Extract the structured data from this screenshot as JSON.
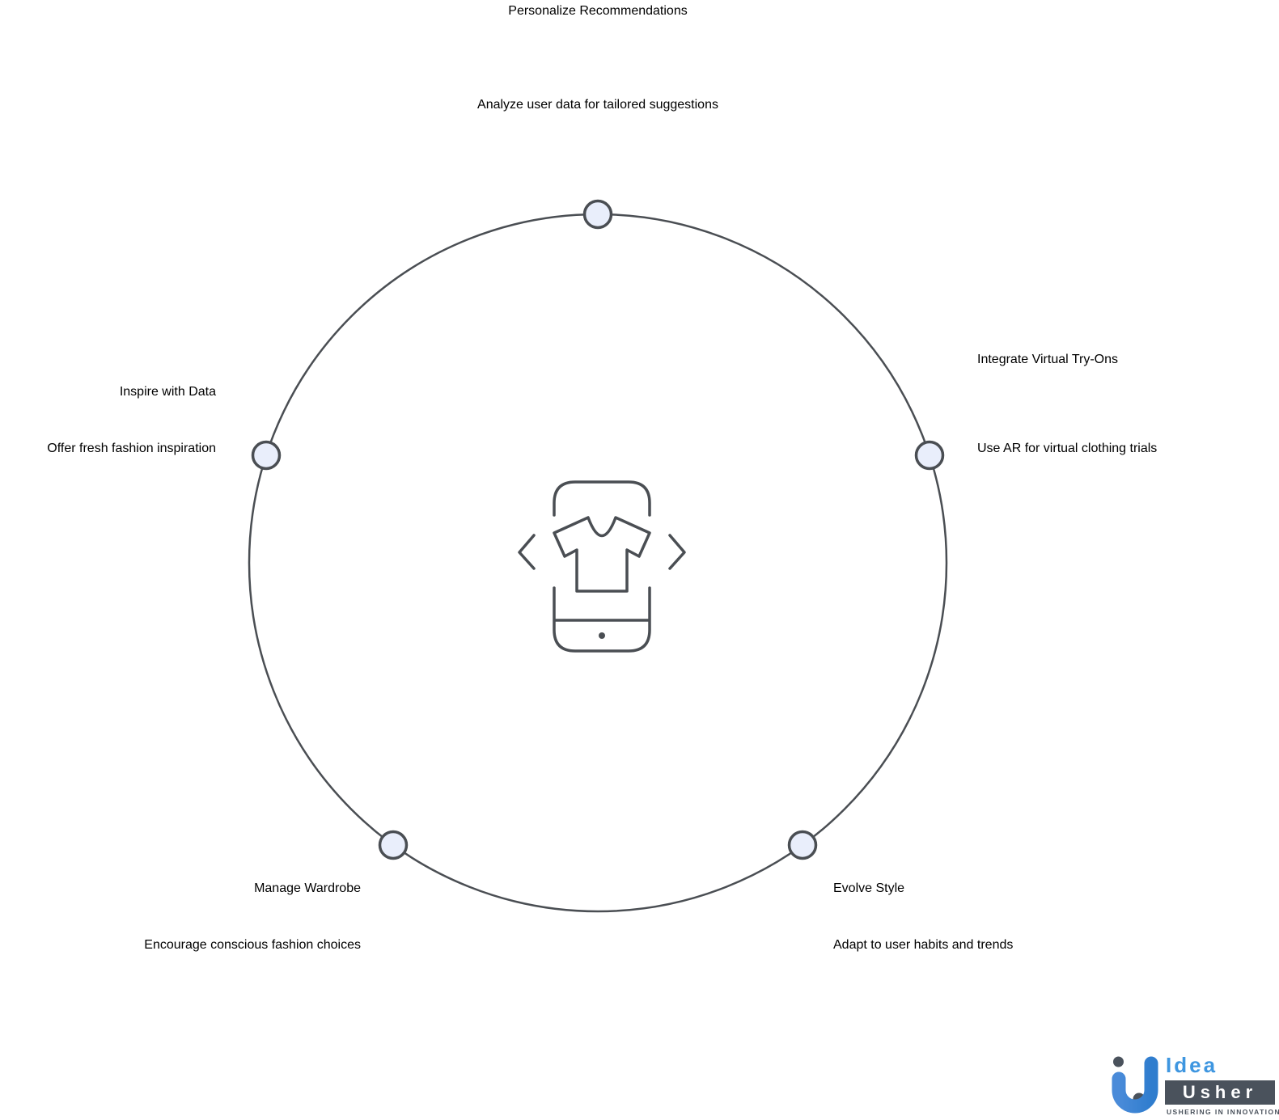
{
  "colors": {
    "line": "#4a4e53",
    "title_text": "#3f4347",
    "body_text": "#53575c",
    "node_fill": "#e9eefb",
    "logo_blue": "#3e96e0",
    "logo_dark": "#4a525c",
    "mark_blue_a": "#4a8bd9",
    "mark_blue_b": "#2f7dce"
  },
  "diagram": {
    "type": "circular-cycle",
    "center_icon": "smartphone-tshirt-carousel-icon",
    "nodes": [
      {
        "position": "top",
        "title": "Personalize Recommendations",
        "description": "Analyze user data for tailored suggestions"
      },
      {
        "position": "right",
        "title": "Integrate Virtual Try-Ons",
        "description": "Use AR for virtual clothing trials"
      },
      {
        "position": "bottom-right",
        "title": "Evolve Style",
        "description": "Adapt to user habits and trends"
      },
      {
        "position": "bottom-left",
        "title": "Manage Wardrobe",
        "description": "Encourage conscious fashion choices"
      },
      {
        "position": "left",
        "title": "Inspire with Data",
        "description": "Offer fresh fashion inspiration"
      }
    ]
  },
  "logo": {
    "brand_line1": "Idea",
    "brand_line2": "Usher",
    "tagline": "USHERING IN INNOVATION"
  }
}
